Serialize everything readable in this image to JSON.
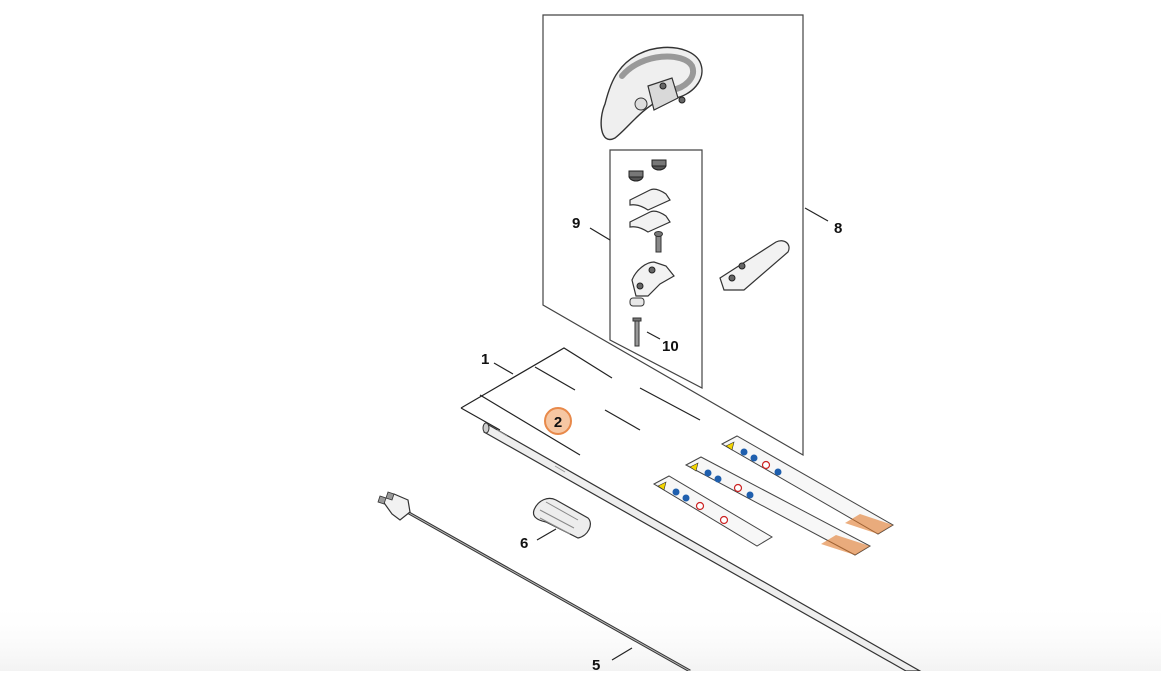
{
  "diagram": {
    "callouts": [
      {
        "id": "callout-1",
        "label": "1"
      },
      {
        "id": "callout-2",
        "label": "2",
        "highlighted": true
      },
      {
        "id": "callout-5",
        "label": "5"
      },
      {
        "id": "callout-6",
        "label": "6"
      },
      {
        "id": "callout-8",
        "label": "8"
      },
      {
        "id": "callout-9",
        "label": "9"
      },
      {
        "id": "callout-10",
        "label": "10"
      }
    ],
    "colors": {
      "highlight_fill": "#f6c7a3",
      "highlight_stroke": "#e8894a",
      "warning_yellow": "#f3d400",
      "safety_blue": "#1f5fae",
      "label_orange": "#e0782a"
    },
    "icons": [
      "warning-triangle-icon",
      "safety-symbol-icon",
      "prohibition-symbol-icon"
    ]
  }
}
